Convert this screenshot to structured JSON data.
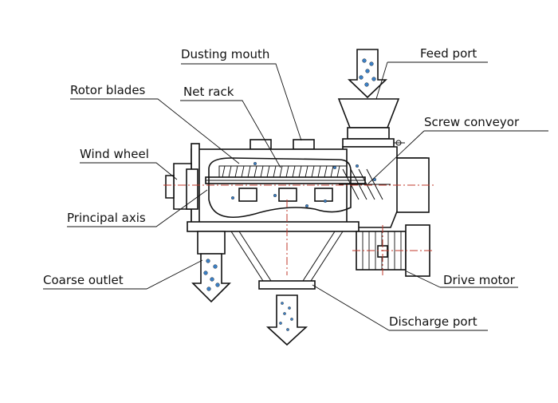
{
  "labels": {
    "dusting_mouth": "Dusting mouth",
    "feed_port": "Feed port",
    "rotor_blades": "Rotor blades",
    "net_rack": "Net rack",
    "screw_conveyor": "Screw conveyor",
    "wind_wheel": "Wind wheel",
    "principal_axis": "Principal axis",
    "coarse_outlet": "Coarse outlet",
    "drive_motor": "Drive motor",
    "discharge_port": "Discharge port"
  },
  "colors": {
    "outline": "#111111",
    "centerline": "#c0392b",
    "particles": "#3b7fc4"
  }
}
